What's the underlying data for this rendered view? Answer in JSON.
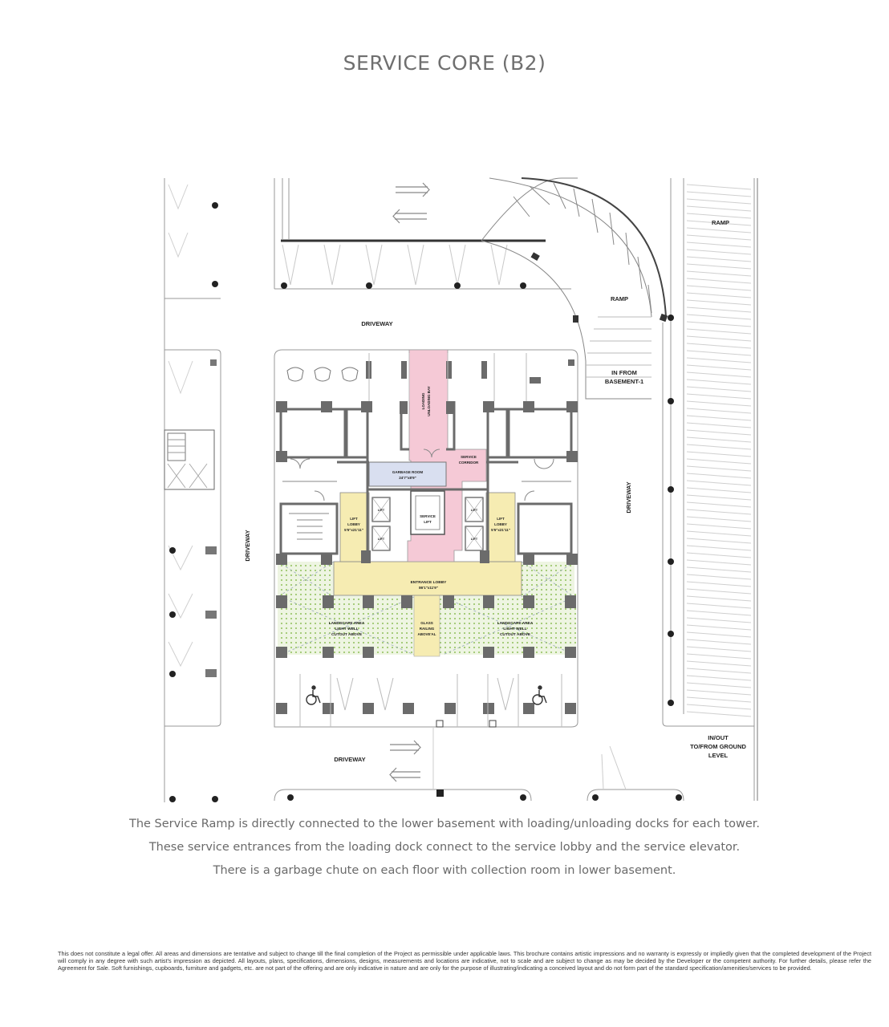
{
  "title": "SERVICE CORE (B2)",
  "labels": {
    "driveway_top": "DRIVEWAY",
    "driveway_bottom": "DRIVEWAY",
    "driveway_left": "DRIVEWAY",
    "driveway_right": "DRIVEWAY",
    "ramp_top": "RAMP",
    "ramp_curve": "RAMP",
    "in_from_line1": "IN FROM",
    "in_from_line2": "BASEMENT-1",
    "inout_line1": "IN/OUT",
    "inout_line2": "TO/FROM GROUND",
    "inout_line3": "LEVEL",
    "loading_line1": "LOADING",
    "loading_line2": "UNLOADING BAY",
    "service_corridor_line1": "SERVICE",
    "service_corridor_line2": "CORRIDOR",
    "garbage_line1": "GARBAGE ROOM",
    "garbage_line2": "24'7\"x8'9\"",
    "service_lift_line1": "SERVICE",
    "service_lift_line2": "LIFT",
    "lift": "LIFT",
    "lift_lobby_line1": "LIFT",
    "lift_lobby_line2": "LOBBY",
    "lift_lobby_line3": "5'5\"x21'11\"",
    "entrance_lobby_line1": "ENTRANCE LOBBY",
    "entrance_lobby_line2": "86'1\"x11'9\"",
    "landscape_line1": "LANDSCAPE AREA",
    "landscape_line2": "LIGHT WELL",
    "landscape_line3": "CUTOUT ABOVE",
    "glass_line1": "GLASS",
    "glass_line2": "RAILING",
    "glass_line3": "ABOVE'AL"
  },
  "caption": [
    "The Service Ramp is directly connected to the lower basement with loading/unloading docks for each tower.",
    "These service entrances from the loading dock connect to the service lobby and the service elevator.",
    "There is a garbage chute on each floor with collection room in lower basement."
  ],
  "disclaimer": "This does not constitute a legal offer. All areas and dimensions are tentative and subject to change till the final completion of the Project as permissible under applicable laws. This brochure contains artistic impressions and no warranty is expressly or impliedly given that the completed development of the Project will comply in any degree with such artist's impression as depicted. All layouts, plans, specifications, dimensions, designs, measurements and locations are indicative, not to scale and are subject to change as may be decided by the Developer or the competent authority. For further details, please refer the Agreement for Sale. Soft furnishings, cupboards, furniture and gadgets, etc. are not part of the offering and are only indicative in nature and are only for the purpose of illustrating/indicating a conceived layout and do not form part of the standard specification/amenities/services to be provided.",
  "icons": [
    "wheelchair-icon",
    "arrow-right-icon",
    "arrow-left-icon"
  ],
  "colors": {
    "lift_lobby": "#f6ecb2",
    "service_zone": "#f5c9d6",
    "garbage_room": "#d9dff0",
    "landscape": "#e3efcf",
    "wall": "#6b6b6b"
  }
}
